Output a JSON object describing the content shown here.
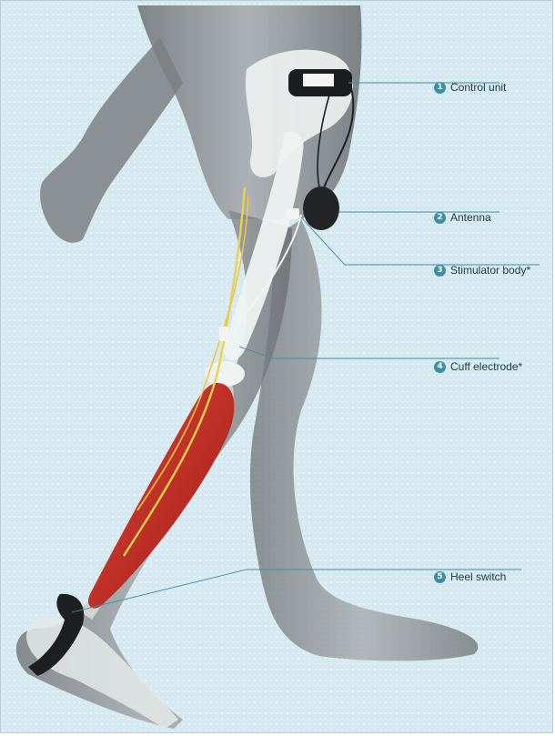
{
  "colors": {
    "background": "#d6e9f1",
    "leader_line": "#3a8fa6",
    "badge": "#3a8fa6",
    "muscle": "#c8261e",
    "nerve": "#e8d34a",
    "body": "#8a8d90",
    "bone": "#e4e9e8"
  },
  "labels": [
    {
      "number": "1",
      "text": "Control unit"
    },
    {
      "number": "2",
      "text": "Antenna"
    },
    {
      "number": "3",
      "text": "Stimulator body*"
    },
    {
      "number": "4",
      "text": "Cuff electrode*"
    },
    {
      "number": "5",
      "text": "Heel switch"
    }
  ]
}
